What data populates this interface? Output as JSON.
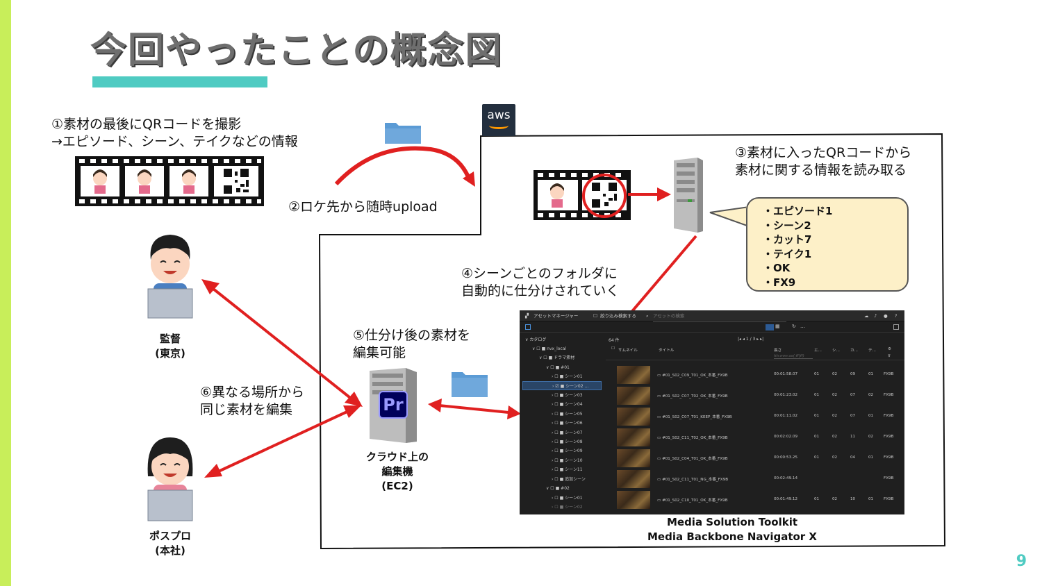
{
  "slide": {
    "title": "今回やったことの概念図",
    "page_number": "9",
    "accent_color": "#4fcbc2",
    "left_bar_color": "#c8ee5a"
  },
  "step1": {
    "line1": "①素材の最後にQRコードを撮影",
    "line2": "→エピソード、シーン、テイクなどの情報"
  },
  "step2": {
    "text": "②ロケ先から随時upload"
  },
  "step3": {
    "line1": "③素材に入ったQRコードから",
    "line2": "素材に関する情報を読み取る"
  },
  "step4": {
    "line1": "④シーンごとのフォルダに",
    "line2": "自動的に仕分けされていく"
  },
  "step5": {
    "line1": "⑤仕分け後の素材を",
    "line2": "編集可能"
  },
  "step6": {
    "line1": "⑥異なる場所から",
    "line2": "同じ素材を編集"
  },
  "aws_logo": "aws",
  "qr_info": [
    "・エピソード1",
    "・シーン2",
    "・カット7",
    "・テイク1",
    "・OK",
    "・FX9"
  ],
  "people": {
    "director": {
      "line1": "監督",
      "line2": "(東京)"
    },
    "postpro": {
      "line1": "ポスプロ",
      "line2": "(本社)"
    }
  },
  "ec2": {
    "line1": "クラウド上の",
    "line2": "編集機",
    "line3": "(EC2)",
    "app_icon": "Pr"
  },
  "product": {
    "line1": "Media Solution Toolkit",
    "line2": "Media Backbone Navigator X"
  },
  "mam": {
    "app_title": "アセットマネージャー",
    "filter_label": "絞り込み検索する",
    "search_placeholder": "アセットの検索",
    "catalog": "カタログ",
    "root": "nvx_local",
    "drama": "ドラマ素材",
    "ep1": "#01",
    "ep2": "#02",
    "scenes": [
      "シーン01",
      "シーン02",
      "シーン03",
      "シーン04",
      "シーン05",
      "シーン06",
      "シーン07",
      "シーン08",
      "シーン09",
      "シーン10",
      "シーン11",
      "追加シーン"
    ],
    "ep2_scenes": [
      "シーン01",
      "シーン02"
    ],
    "count": "64 件",
    "pager": "1 / 3",
    "columns": {
      "thumb": "サムネイル",
      "title": "タイトル",
      "length": "長さ",
      "e": "エ...",
      "s": "シ...",
      "c": "カ...",
      "t": "テ..."
    },
    "length_placeholder": "hh:mm:ss(;ff|ff)",
    "rows": [
      {
        "title": "#01_S02_C09_T01_OK_本番_FX9B",
        "length": "00:01:58.07",
        "e": "01",
        "s": "02",
        "c": "09",
        "t": "01",
        "cam": "FX9B"
      },
      {
        "title": "#01_S02_C07_T02_OK_本番_FX9B",
        "length": "00:01:23.02",
        "e": "01",
        "s": "02",
        "c": "07",
        "t": "02",
        "cam": "FX9B"
      },
      {
        "title": "#01_S02_C07_T01_KEEP_本番_FX9B",
        "length": "00:01:11.02",
        "e": "01",
        "s": "02",
        "c": "07",
        "t": "01",
        "cam": "FX9B"
      },
      {
        "title": "#01_S02_C11_T02_OK_本番_FX9B",
        "length": "00:02:02.09",
        "e": "01",
        "s": "02",
        "c": "11",
        "t": "02",
        "cam": "FX9B"
      },
      {
        "title": "#01_S02_C04_T01_OK_本番_FX9B",
        "length": "00:00:53.25",
        "e": "01",
        "s": "02",
        "c": "04",
        "t": "01",
        "cam": "FX9B"
      },
      {
        "title": "#01_S02_C11_T01_NG_本番_FX9B",
        "length": "00:02:49.14",
        "e": "",
        "s": "",
        "c": "",
        "t": "",
        "cam": "FX9B"
      },
      {
        "title": "#01_S02_C10_T01_OK_本番_FX9B",
        "length": "00:01:49.12",
        "e": "01",
        "s": "02",
        "c": "10",
        "t": "01",
        "cam": "FX9B"
      }
    ]
  }
}
